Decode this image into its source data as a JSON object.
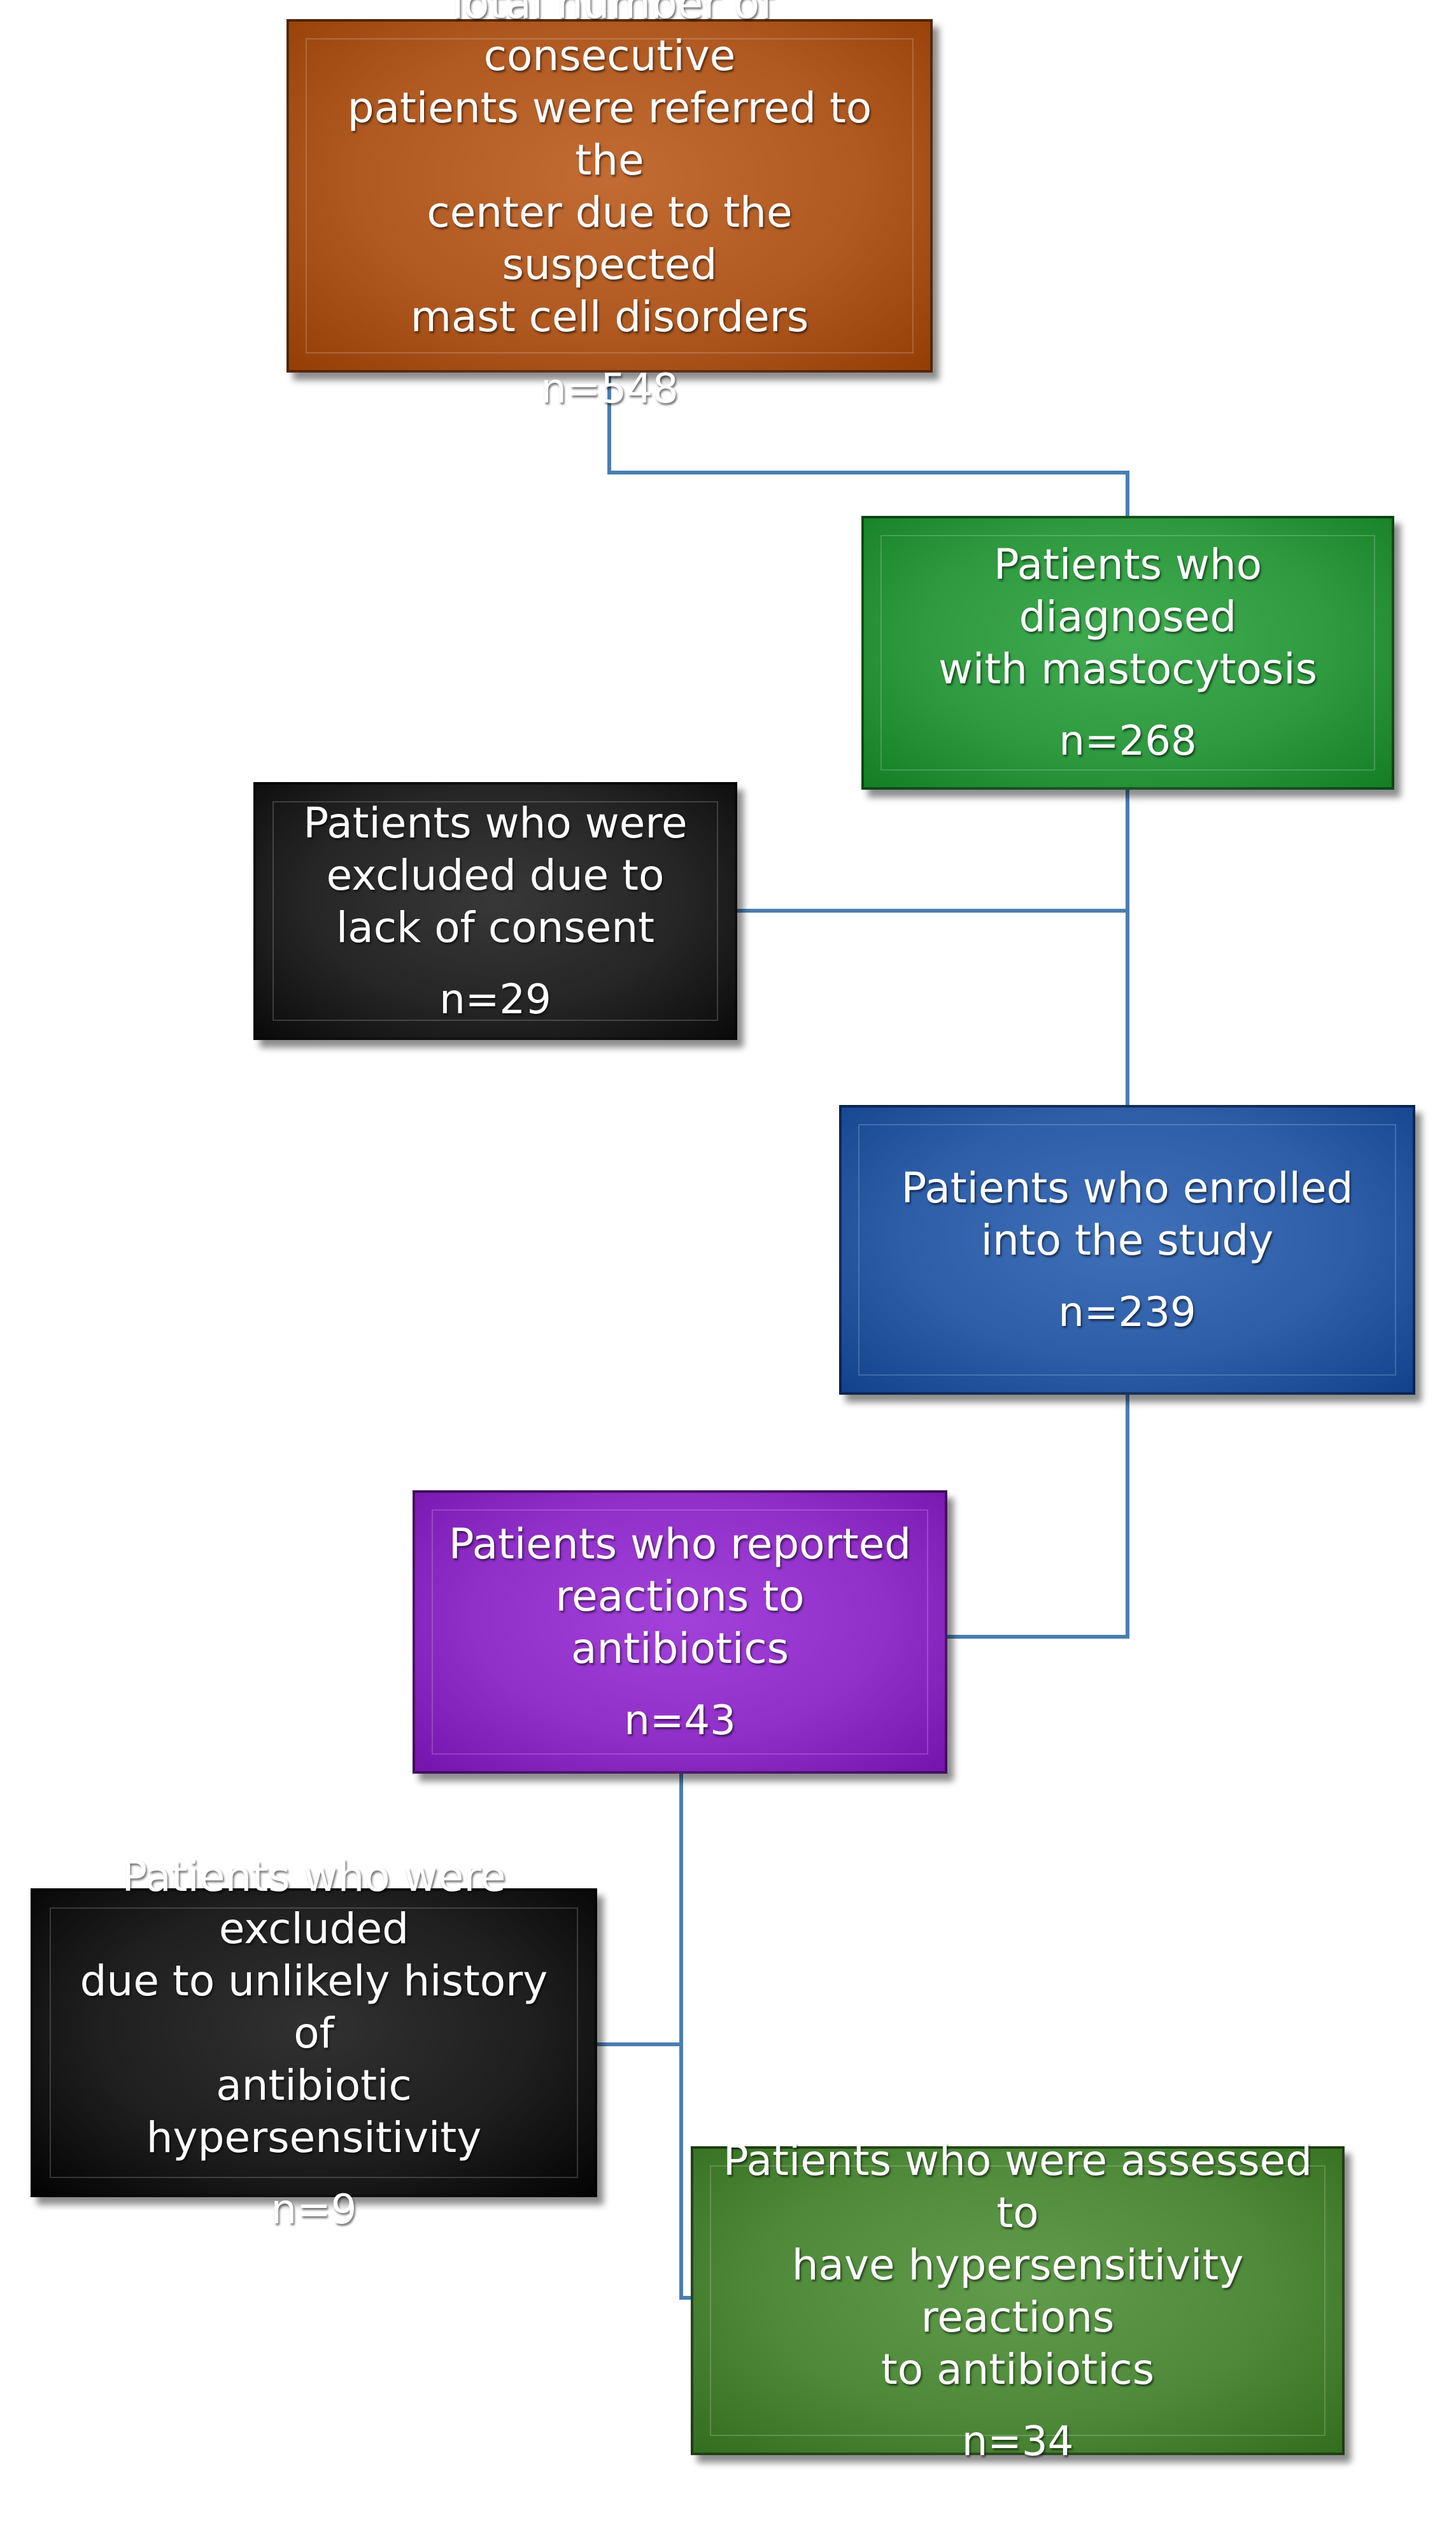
{
  "colors": {
    "line": "#4a7eb0",
    "referred": "#b05a22",
    "diagnosed": "#2f9a40",
    "no_consent": "#262626",
    "enrolled": "#2e5ea8",
    "reported": "#9030c8",
    "unlikely": "#1f1f1f",
    "assessed": "#4f8a3a"
  },
  "boxes": {
    "referred": {
      "label": "Total number of consecutive\npatients were referred  to the\ncenter due to the suspected\nmast cell disorders",
      "count": "n=548"
    },
    "diagnosed": {
      "label": "Patients who diagnosed\nwith mastocytosis",
      "count": "n=268"
    },
    "no_consent": {
      "label": "Patients who were\nexcluded due to\nlack of consent",
      "count": "n=29"
    },
    "enrolled": {
      "label": "Patients who enrolled\ninto the study",
      "count": "n=239"
    },
    "reported": {
      "label": "Patients who reported\nreactions to antibiotics",
      "count": "n=43"
    },
    "unlikely": {
      "label": "Patients who were excluded\ndue to unlikely history of\nantibiotic hypersensitivity",
      "count": "n=9"
    },
    "assessed": {
      "label": "Patients who were assessed to\nhave hypersensitivity reactions\nto antibiotics",
      "count": "n=34"
    }
  }
}
